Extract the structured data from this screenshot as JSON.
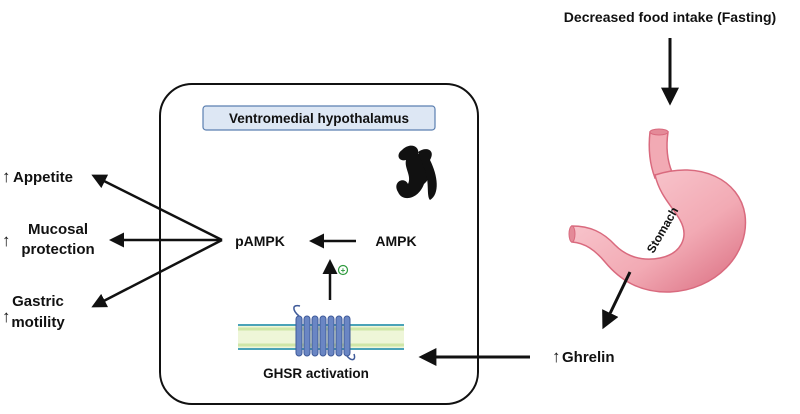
{
  "trigger": {
    "label": "Decreased food intake (Fasting)"
  },
  "stomach": {
    "label": "Stomach",
    "color": "#f2aab4",
    "color_dark": "#d96a7e"
  },
  "ghrelin": {
    "arrow_up": "↑",
    "label": "Ghrelin"
  },
  "hypothalamus": {
    "label": "Ventromedial hypothalamus",
    "label_bg": "#dde7f4",
    "label_border": "#5b7fb0",
    "icon": "hypothalamus-brain-icon"
  },
  "pathway": {
    "ampk": "AMPK",
    "pampk": "pAMPK",
    "plus_symbol": "+",
    "plus_color": "#2e9a3e",
    "ghsr": "GHSR activation",
    "membrane_color": "#cfe6a8",
    "membrane_edge": "#4aa3b8",
    "receptor_color": "#6a86c4"
  },
  "effects": [
    {
      "arrow_up": "↑",
      "lines": [
        "Appetite"
      ]
    },
    {
      "arrow_up": "↑",
      "lines": [
        "Mucosal",
        "protection"
      ]
    },
    {
      "arrow_up": "↑",
      "lines": [
        "Gastric",
        "motility"
      ]
    }
  ]
}
